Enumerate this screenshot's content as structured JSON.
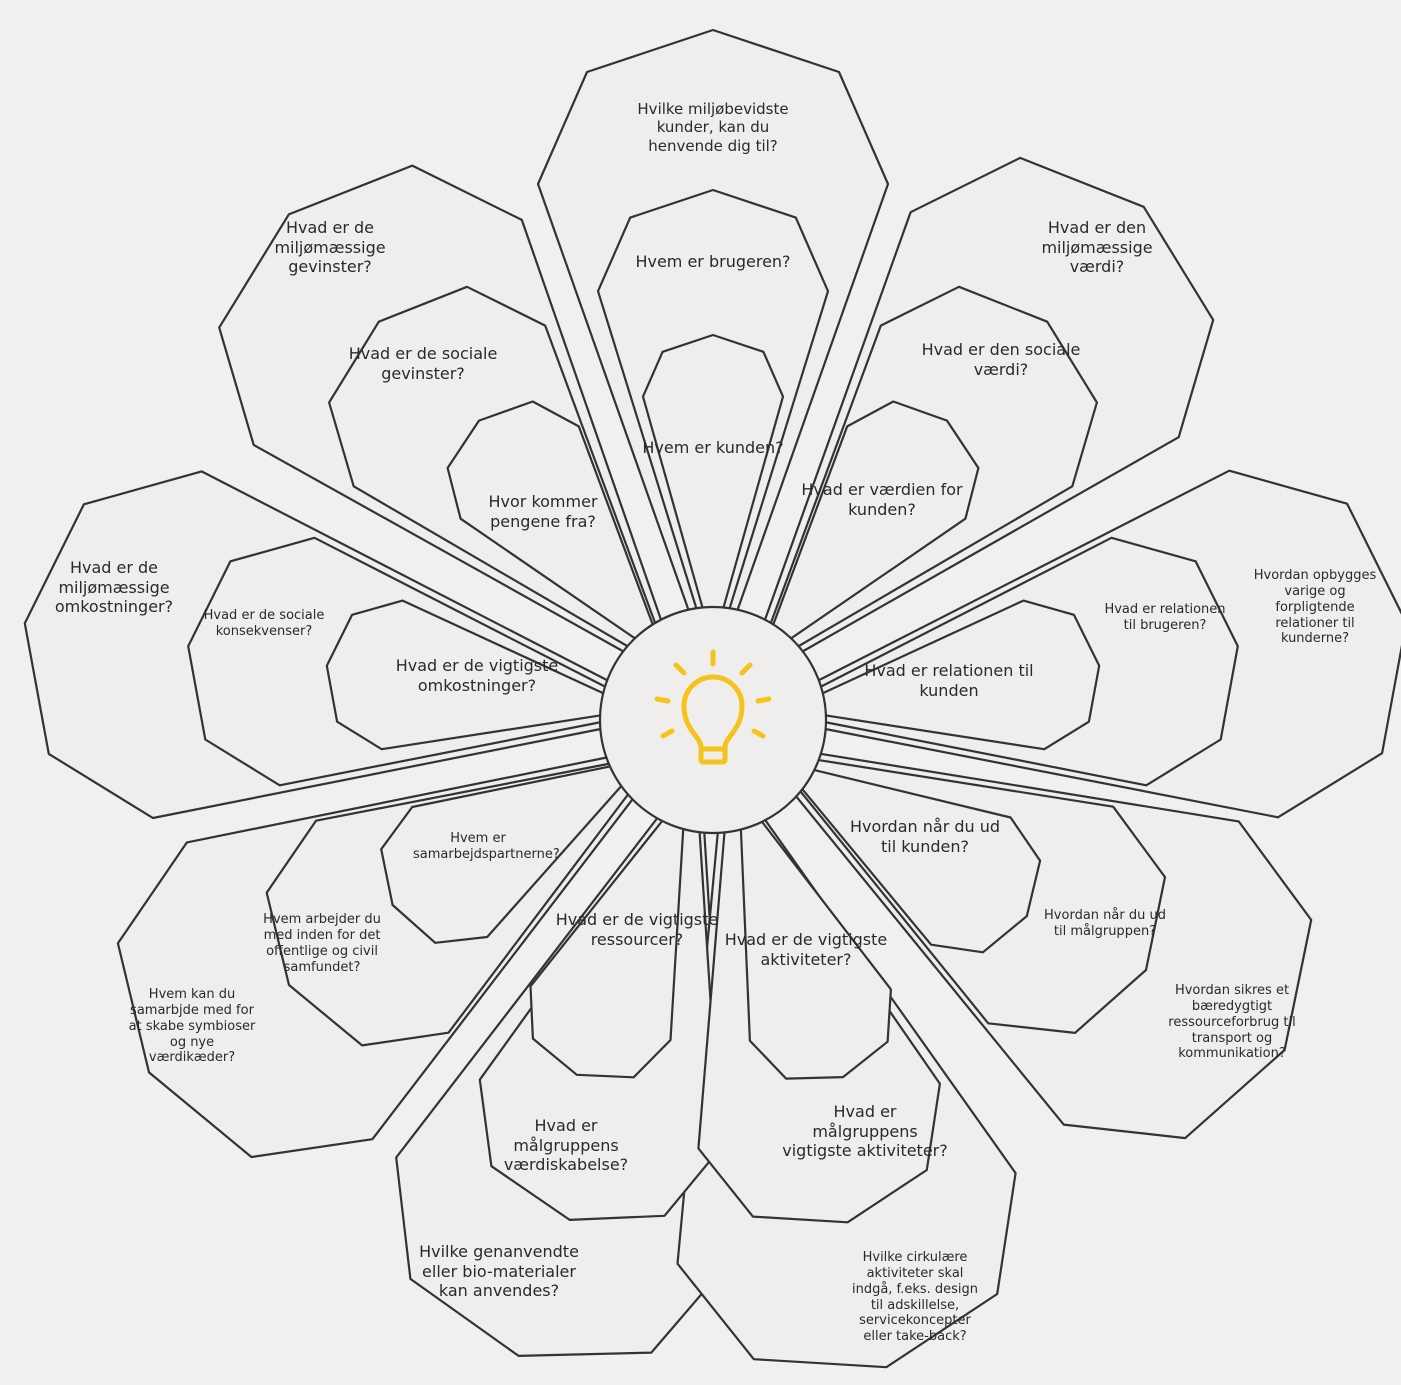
{
  "colors": {
    "petal_fill": "#efeeec",
    "outline": "#333333",
    "bulb": "#f6c21c",
    "background": "#eef0f2"
  },
  "center": {
    "icon": "lightbulb-icon"
  },
  "petals": [
    {
      "id": "t1",
      "text": "Hvilke miljøbevidste kunder, kan du henvende dig til?"
    },
    {
      "id": "t2",
      "text": "Hvem er brugeren?"
    },
    {
      "id": "t3",
      "text": "Hvem er kunden?"
    },
    {
      "id": "tl1",
      "text": "Hvad er de miljømæssige gevinster?"
    },
    {
      "id": "tl2",
      "text": "Hvad er de sociale gevinster?"
    },
    {
      "id": "tl3",
      "text": "Hvor kommer pengene fra?"
    },
    {
      "id": "tr1",
      "text": "Hvad er den miljømæssige værdi?"
    },
    {
      "id": "tr2",
      "text": "Hvad er den sociale værdi?"
    },
    {
      "id": "tr3",
      "text": "Hvad er værdien for kunden?"
    },
    {
      "id": "l1",
      "text": "Hvad er de miljømæssige omkostninger?"
    },
    {
      "id": "l2",
      "text": "Hvad er de sociale konsekvenser?"
    },
    {
      "id": "l3",
      "text": "Hvad er de vigtigste omkostninger?"
    },
    {
      "id": "r1",
      "text": "Hvordan opbygges varige og forpligtende relationer til kunderne?"
    },
    {
      "id": "r2",
      "text": "Hvad er relationen til brugeren?"
    },
    {
      "id": "r3",
      "text": "Hvad er relationen til kunden"
    },
    {
      "id": "bl1",
      "text": "Hvem kan du samarbjde med for at skabe symbioser og nye værdikæder?"
    },
    {
      "id": "bl2",
      "text": "Hvem arbejder du med inden for det offentlige og civil samfundet?"
    },
    {
      "id": "bl3",
      "text": "Hvem er samarbejdspartnerne?"
    },
    {
      "id": "br1",
      "text": "Hvordan sikres et bæredygtigt ressourceforbrug til transport og kommunikation?"
    },
    {
      "id": "br2",
      "text": "Hvordan når du ud til målgruppen?"
    },
    {
      "id": "br3",
      "text": "Hvordan når du ud til kunden?"
    },
    {
      "id": "bbl1",
      "text": "Hvilke genanvendte eller bio-materialer kan anvendes?"
    },
    {
      "id": "bbl2",
      "text": "Hvad er målgruppens værdiskabelse?"
    },
    {
      "id": "bbl3",
      "text": "Hvad er de vigtigste ressourcer?"
    },
    {
      "id": "bbr1",
      "text": "Hvilke cirkulære aktiviteter skal indgå, f.eks. design til adskillelse, servicekoncepter eller take-back?"
    },
    {
      "id": "bbr2",
      "text": "Hvad er målgruppens vigtigste aktiviteter?"
    },
    {
      "id": "bbr3",
      "text": "Hvad er de vigtigste aktiviteter?"
    }
  ]
}
